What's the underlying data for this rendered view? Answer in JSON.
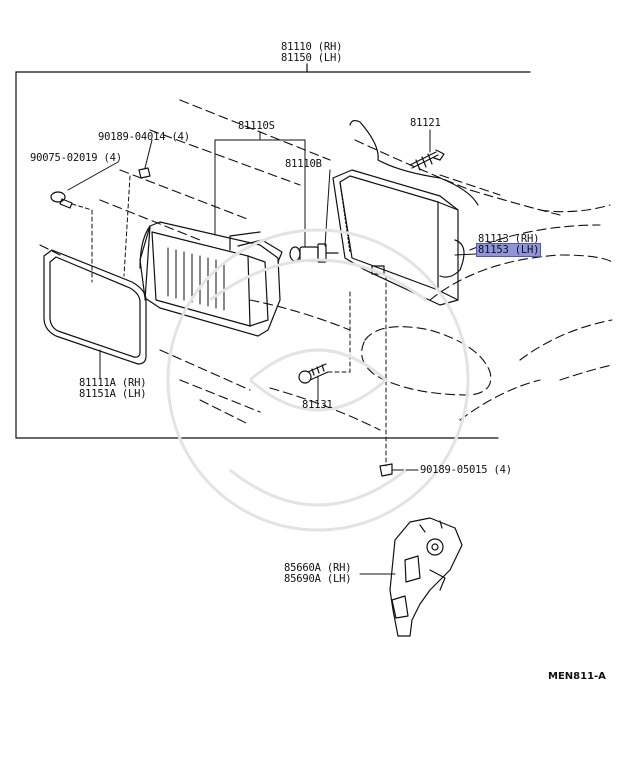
{
  "headlamp_assembly": {
    "rh": "81110 (RH)",
    "lh": "81150 (LH)"
  },
  "screw_left": "90075-02019 (4)",
  "clip_top": "90189-04014 (4)",
  "unit_set": "81110S",
  "bulb": "81110B",
  "bracket": "81121",
  "housing": {
    "rh": "81113 (RH)",
    "lh": "81153 (LH)"
  },
  "lens": {
    "rh": "81111A (RH)",
    "lh": "81151A (LH)"
  },
  "bolt": "81131",
  "clip_bottom": "90189-05015 (4)",
  "actuator": {
    "rh": "85660A (RH)",
    "lh": "85690A (LH)"
  },
  "figure_code": "MEN811-A",
  "highlight_color": "#8f95d9"
}
